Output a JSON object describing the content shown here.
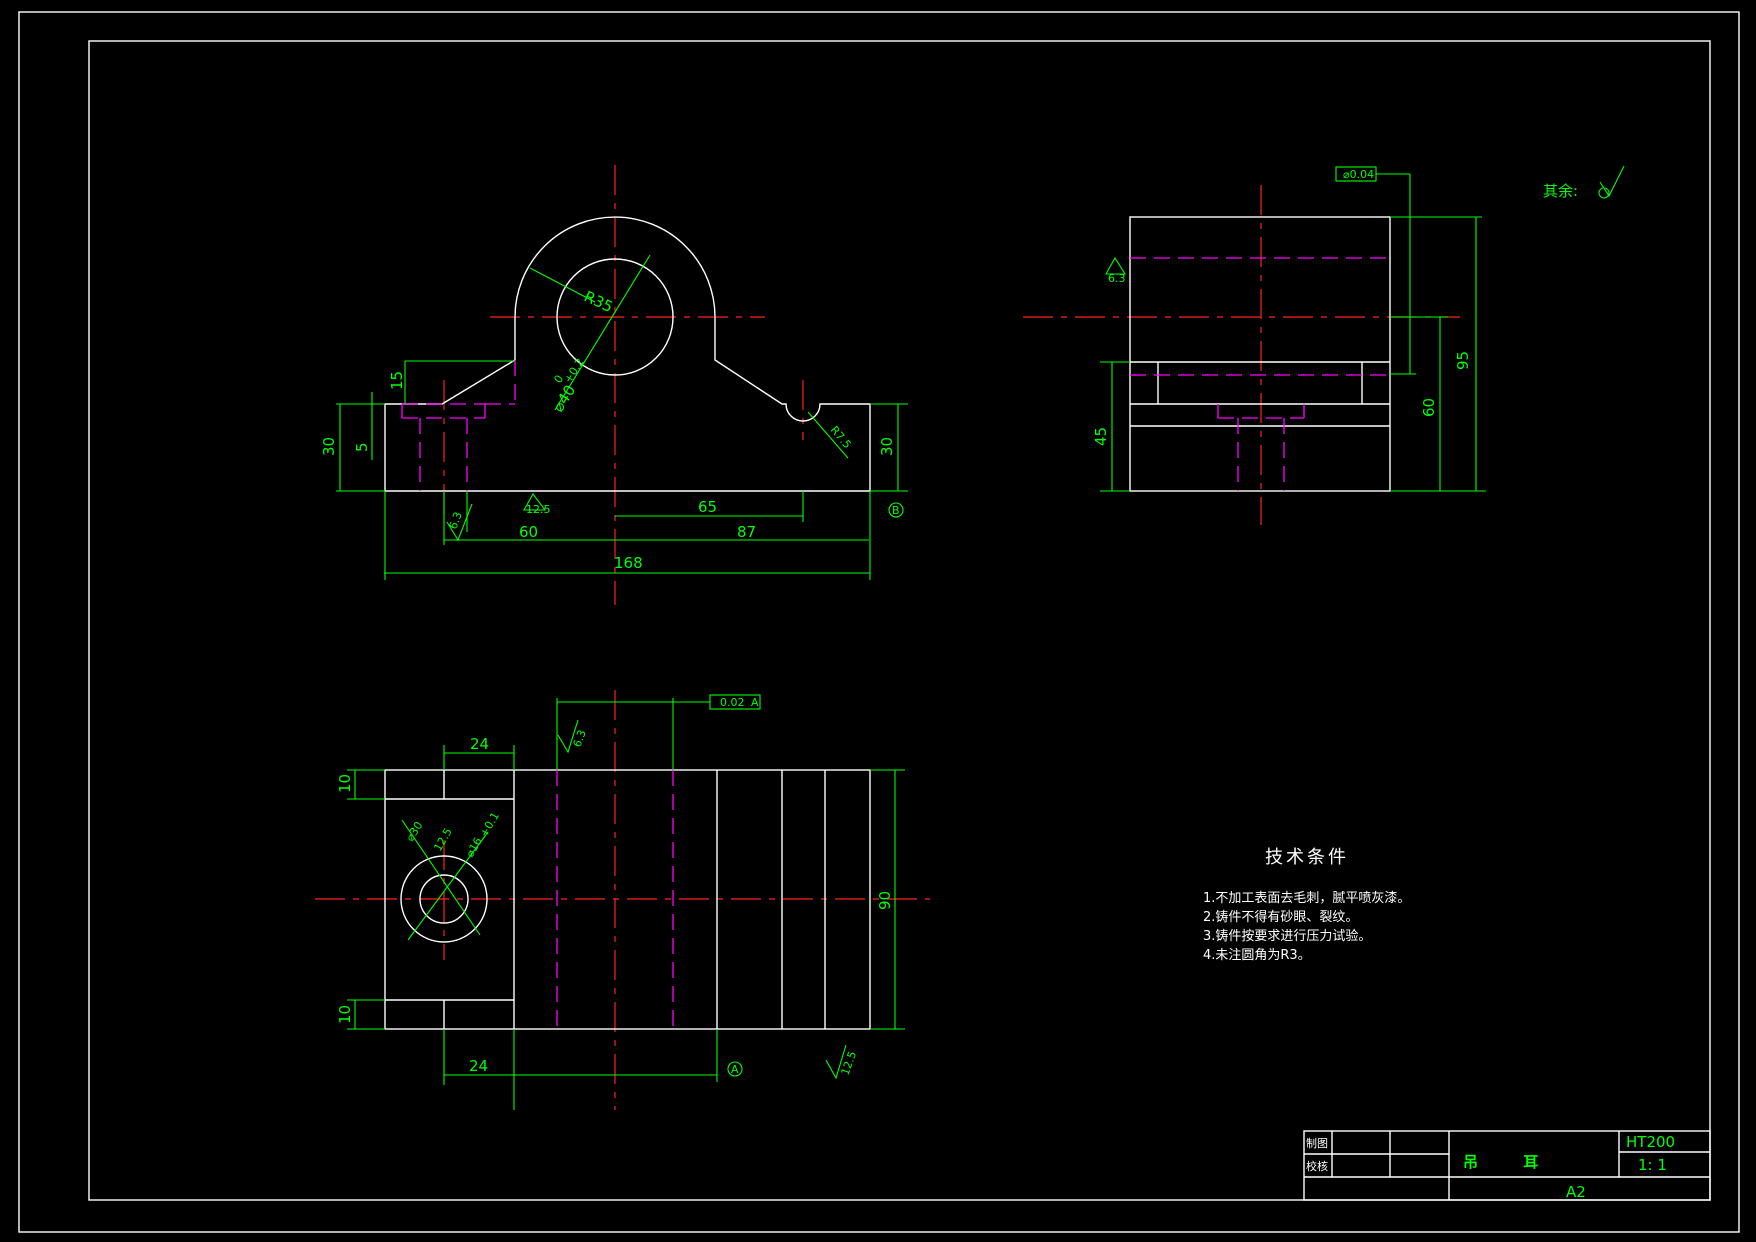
{
  "dims": {
    "front": {
      "r35": "R35",
      "bore": "⌀40",
      "bore_tol_upper": "+0.2",
      "bore_tol_lower": "0",
      "d15": "15",
      "d30_left": "30",
      "d5": "5",
      "r7_5": "R7.5",
      "d30_right": "30",
      "d65": "65",
      "d60": "60",
      "d87": "87",
      "d168": "168",
      "rough_left": "6.3",
      "rough_bottom": "12.5",
      "datum_b": "B"
    },
    "side": {
      "d95": "95",
      "d60": "60",
      "d45": "45",
      "rough": "6.3",
      "gdt_value": "⌀0.04"
    },
    "top": {
      "d24_top": "24",
      "d24_bottom": "24",
      "d10_top": "10",
      "d10_bottom": "10",
      "d90": "90",
      "cbore_dia": "⌀30",
      "cbore_depth": "12.5",
      "hole_dia": "⌀16",
      "hole_tol": "+0.1",
      "rough_top": "6.3",
      "rough_right": "12.5",
      "gdt_value": "0.02",
      "gdt_datum": "A",
      "datum_a": "A"
    }
  },
  "surface_note": "其余:",
  "tech": {
    "title": "技术条件",
    "items": [
      "1.不加工表面去毛刺，腻平喷灰漆。",
      "2.铸件不得有砂眼、裂纹。",
      "3.铸件按要求进行压力试验。",
      "4.未注圆角为R3。"
    ]
  },
  "title_block": {
    "drawn_label": "制图",
    "checked_label": "校核",
    "part_name": "吊 耳",
    "material": "HT200",
    "scale": "1: 1",
    "sheet": "A2"
  }
}
